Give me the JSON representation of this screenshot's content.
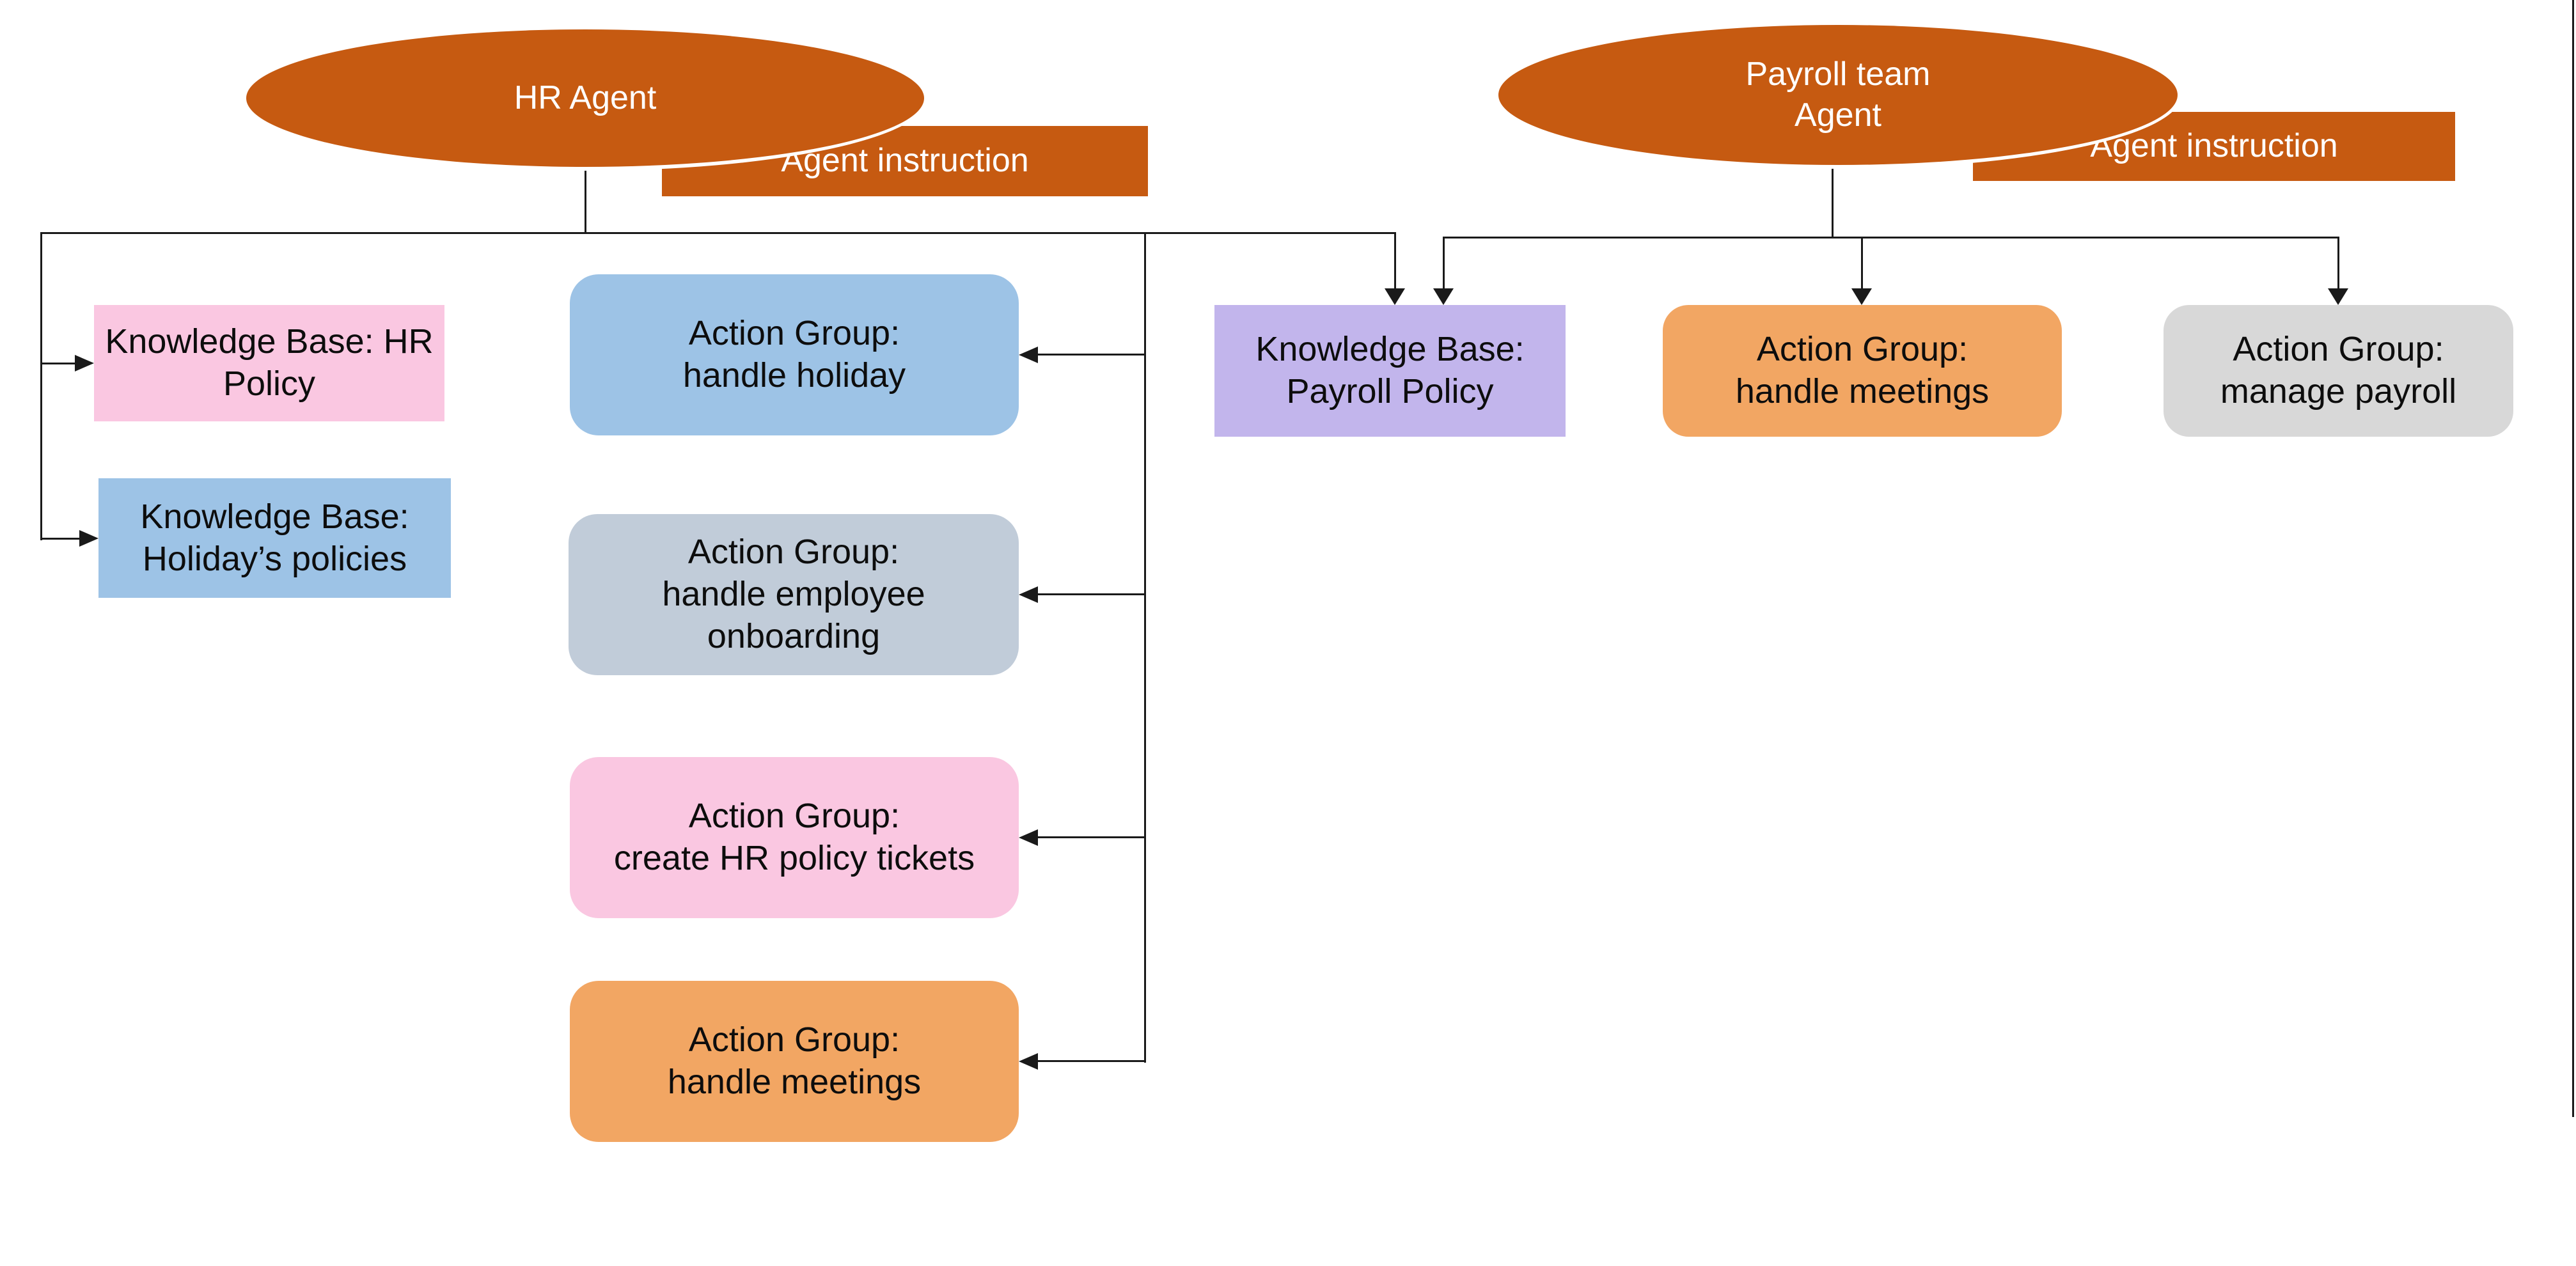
{
  "colors": {
    "agent_orange": "#C65A11",
    "blue": "#9DC3E6",
    "pink": "#FAC7E1",
    "gray_blue": "#C1CCD9",
    "orange_light": "#F2A663",
    "purple": "#C2B5EC",
    "gray": "#D8D8D8",
    "line": "#1A1A1A",
    "text_dark": "#0D0D0D",
    "text_light": "#FFFFFF"
  },
  "agents": {
    "hr": {
      "name": "HR Agent",
      "instruction": "Agent instruction"
    },
    "payroll": {
      "name": "Payroll team\nAgent",
      "instruction": "Agent instruction"
    }
  },
  "hr_children": {
    "kb_hr_policy": "Knowledge Base: HR\nPolicy",
    "kb_holidays": "Knowledge Base:\nHoliday’s policies",
    "ag_handle_holiday": "Action Group:\nhandle holiday",
    "ag_onboarding": "Action Group:\nhandle employee\nonboarding",
    "ag_tickets": "Action Group:\ncreate HR policy tickets",
    "ag_meetings": "Action Group:\nhandle meetings"
  },
  "payroll_children": {
    "kb_payroll": "Knowledge Base:\nPayroll Policy",
    "ag_meetings": "Action Group:\nhandle meetings",
    "ag_manage_payroll": "Action Group:\nmanage payroll"
  }
}
